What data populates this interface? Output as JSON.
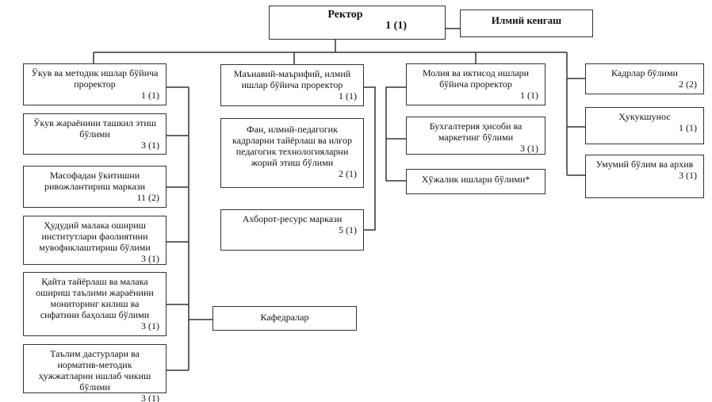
{
  "rector": {
    "title": "Ректор",
    "count": "1 (1)"
  },
  "council": {
    "title": "Илмий кенгаш"
  },
  "left": [
    {
      "title": "Ўкув ва методик ишлар бўйича проректор",
      "count": "1 (1)"
    },
    {
      "title": "Ўкув жараёнини ташкил этиш бўлими",
      "count": "3 (1)"
    },
    {
      "title": "Масофадан ўкитишни ривожлантириш маркази",
      "count": "11 (2)"
    },
    {
      "title": "Ҳудудий малака ошириш институтлари фаолиятини мувофиклаштириш бўлими",
      "count": "3 (1)"
    },
    {
      "title": "Қайта тайёрлаш ва малака ошириш таълими жараёнини мониторинг килиш ва сифатини баҳолаш бўлими",
      "count": "3 (1)"
    },
    {
      "title": "Таълим дастурлари ва норматив-методик ҳужжатларни ишлаб чикиш бўлими",
      "count": "3 (1)"
    }
  ],
  "kafedralar": {
    "title": "Кафедралар"
  },
  "middle": [
    {
      "title": "Маънавий-маърифий, илмий ишлар бўйича проректор",
      "count": "1 (1)"
    },
    {
      "title": "Фан, илмий-педагогик кадрларни тайёрлаш ва илғор педагогик технологияларни жорий этиш бўлими",
      "count": "2 (1)"
    },
    {
      "title": "Ахборот-ресурс маркази",
      "count": "5 (1)"
    }
  ],
  "finance": [
    {
      "title": "Молия ва иктисод  ишлари бўйича проректор",
      "count": "1 (1)"
    },
    {
      "title": "Бухгалтерия ҳисоби ва маркетинг бўлими",
      "count": "3 (1)"
    },
    {
      "title": "Хўжалик ишлари бўлими*"
    }
  ],
  "right": [
    {
      "title": "Кадрлар бўлими",
      "count": "2 (2)"
    },
    {
      "title": "Ҳукукшунос",
      "count": "1 (1)"
    },
    {
      "title": "Умумий бўлим ва архив",
      "count": "3 (1)"
    }
  ]
}
